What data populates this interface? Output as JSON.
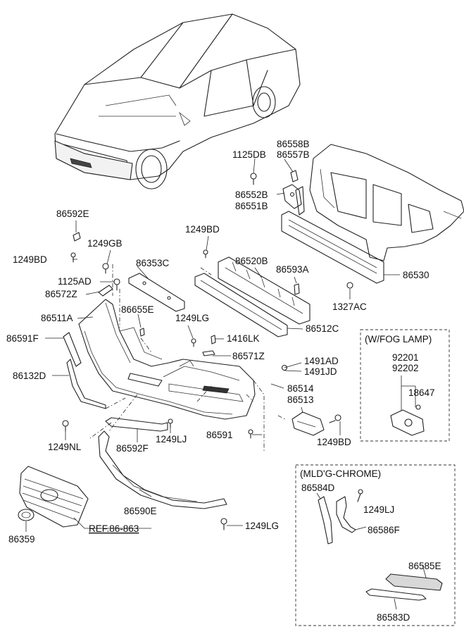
{
  "parts": {
    "p86558B": "86558B",
    "p86557B": "86557B",
    "p1125DB": "1125DB",
    "p86552B": "86552B",
    "p86551B": "86551B",
    "p86592E": "86592E",
    "p1249BD_a": "1249BD",
    "p1249GB": "1249GB",
    "p1249BD_b": "1249BD",
    "p86353C": "86353C",
    "p86520B": "86520B",
    "p86593A": "86593A",
    "p86530": "86530",
    "p1125AD": "1125AD",
    "p86572Z": "86572Z",
    "p1327AC": "1327AC",
    "p86511A": "86511A",
    "p86655E": "86655E",
    "p1249LG_a": "1249LG",
    "p86512C": "86512C",
    "p86591F": "86591F",
    "p1416LK": "1416LK",
    "p86571Z": "86571Z",
    "p1491AD": "1491AD",
    "p1491JD": "1491JD",
    "p86132D": "86132D",
    "p86514": "86514",
    "p86513": "86513",
    "p86591": "86591",
    "p1249BD_c": "1249BD",
    "p1249NL": "1249NL",
    "p86592F": "86592F",
    "p1249LJ_a": "1249LJ",
    "p86590E": "86590E",
    "p86359": "86359",
    "pREF": "REF.86-863",
    "p1249LG_b": "1249LG",
    "p92201": "92201",
    "p92202": "92202",
    "p18647": "18647",
    "p86584D": "86584D",
    "p1249LJ_b": "1249LJ",
    "p86586F": "86586F",
    "p86585E": "86585E",
    "p86583D": "86583D"
  },
  "boxes": {
    "fog_lamp_title": "(W/FOG LAMP)",
    "chrome_title": "(MLD'G-CHROME)"
  }
}
